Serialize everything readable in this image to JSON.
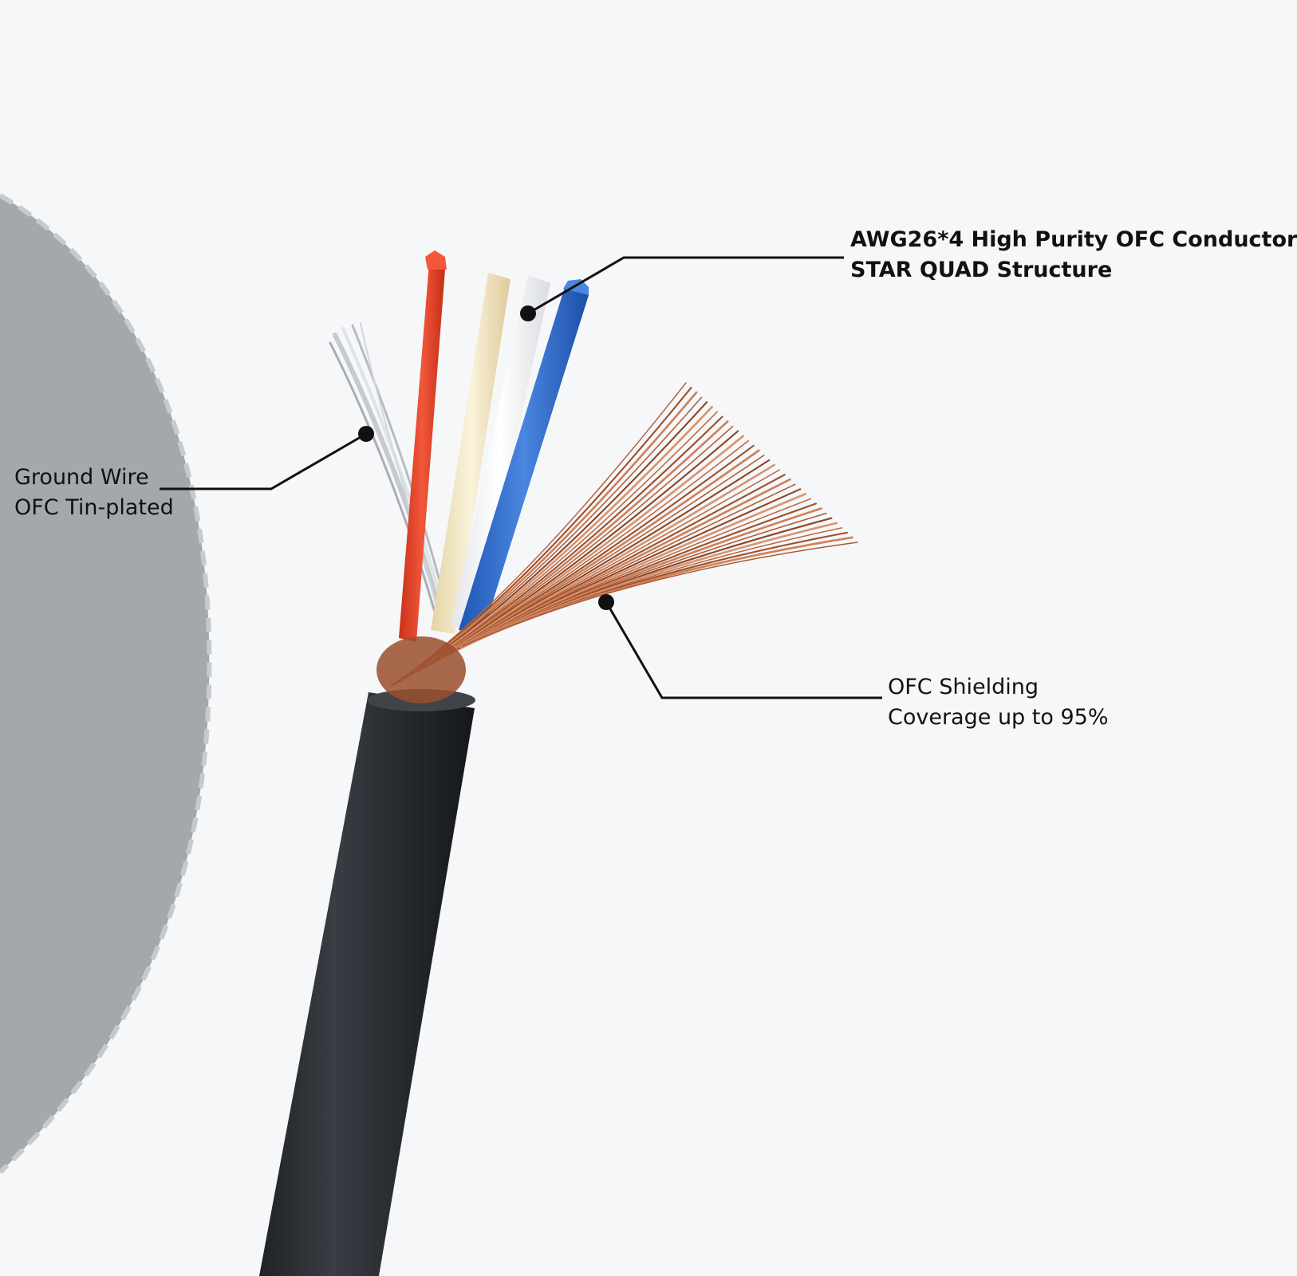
{
  "callouts": {
    "conductor": {
      "line1": "AWG26*4 High Purity OFC Conductor",
      "line2": "STAR QUAD Structure"
    },
    "ground": {
      "line1": "Ground Wire",
      "line2": "OFC Tin-plated"
    },
    "shield": {
      "line1": "OFC Shielding",
      "line2": "Coverage up to 95%"
    }
  },
  "colors": {
    "background": "#f6f7f9",
    "grey_disc": "#a4a8ac",
    "jacket": "#2b2e33",
    "copper": "#b5643f",
    "wire_red": "#ec4a2b",
    "wire_cream": "#f1e6c5",
    "wire_white": "#fbfbfb",
    "wire_blue": "#2d6cd0",
    "tinned": "#c9ccd1",
    "leader": "#111111"
  }
}
